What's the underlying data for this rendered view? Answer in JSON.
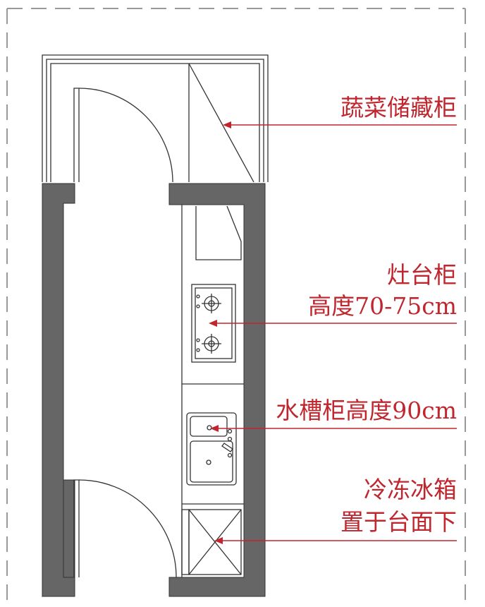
{
  "colors": {
    "wall_fill": "#666666",
    "line": "#333333",
    "dash": "#999999",
    "annotation": "#c0262e"
  },
  "labels": {
    "vegetable_cabinet": "蔬菜储藏柜",
    "stove_cabinet": "灶台柜",
    "stove_height": "高度70-75cm",
    "sink_cabinet": "水槽柜高度90cm",
    "freezer_line1": "冷冻冰箱",
    "freezer_line2": "置于台面下"
  },
  "icons": {
    "stove": "gas-stove-icon",
    "sink": "double-sink-icon",
    "fridge": "fridge-cross-icon"
  }
}
